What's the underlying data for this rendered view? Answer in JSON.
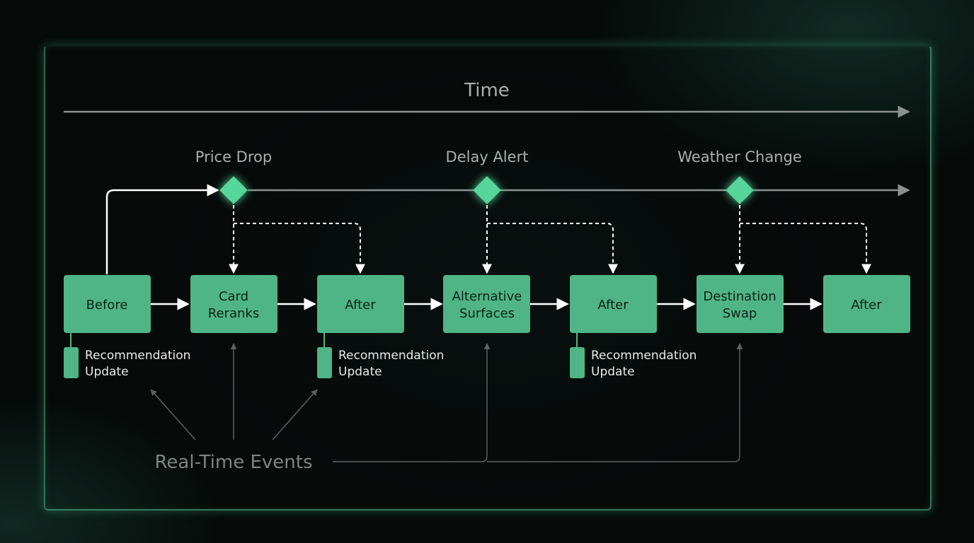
{
  "axis": {
    "time_label": "Time"
  },
  "events": [
    {
      "label": "Price Drop"
    },
    {
      "label": "Delay Alert"
    },
    {
      "label": "Weather Change"
    }
  ],
  "states": [
    {
      "line1": "Before",
      "line2": ""
    },
    {
      "line1": "Card",
      "line2": "Reranks"
    },
    {
      "line1": "After",
      "line2": ""
    },
    {
      "line1": "Alternative",
      "line2": "Surfaces"
    },
    {
      "line1": "After",
      "line2": ""
    },
    {
      "line1": "Destination",
      "line2": "Swap"
    },
    {
      "line1": "After",
      "line2": ""
    }
  ],
  "updates": [
    {
      "line1": "Recommendation",
      "line2": "Update"
    },
    {
      "line1": "Recommendation",
      "line2": "Update"
    },
    {
      "line1": "Recommendation",
      "line2": "Update"
    }
  ],
  "footer": {
    "realtime_label": "Real-Time Events"
  },
  "colors": {
    "box": "#4fb586",
    "diamond": "#56d69a",
    "frame": "#5ad2a0"
  }
}
